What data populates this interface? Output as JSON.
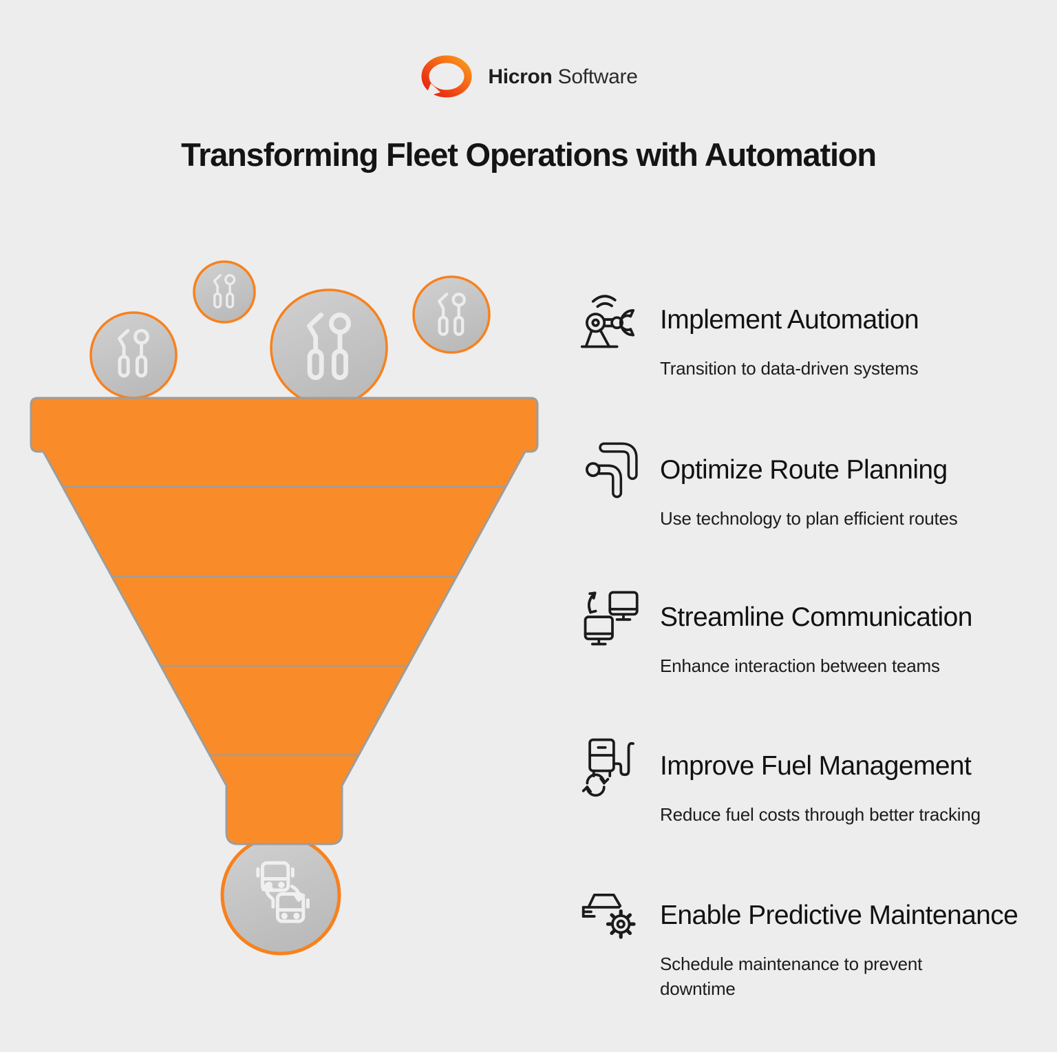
{
  "header": {
    "logo": {
      "brand_bold": "Hicron",
      "brand_regular": "Software",
      "ring_gradient": [
        "#E51E0E",
        "#F25316",
        "#F99B1C"
      ]
    }
  },
  "title": "Transforming Fleet Operations with Automation",
  "colors": {
    "background": "#EDEDEE",
    "funnel_fill": "#F98C28",
    "funnel_outline": "#9D9D9D",
    "bubble_fill": "#C9C9C9",
    "bubble_outline": "#F8811C",
    "icon_stroke_dark": "#1B1B1B",
    "icon_stroke_light": "#ECECEC",
    "text_primary": "#141414"
  },
  "funnel": {
    "divider_lines": 4,
    "top_bubbles": [
      {
        "icon": "tools-icon",
        "size": "medium"
      },
      {
        "icon": "tools-icon",
        "size": "small"
      },
      {
        "icon": "tools-icon",
        "size": "large"
      },
      {
        "icon": "tools-icon",
        "size": "medium"
      }
    ],
    "bottom_bubble": {
      "icon": "vehicle-exchange-icon"
    }
  },
  "items": [
    {
      "icon": "robot-arm-icon",
      "title": "Implement Automation",
      "subtitle": "Transition to data-driven systems"
    },
    {
      "icon": "route-icon",
      "title": "Optimize Route Planning",
      "subtitle": "Use technology to plan efficient routes"
    },
    {
      "icon": "monitors-sync-icon",
      "title": "Streamline Communication",
      "subtitle": "Enhance interaction between teams"
    },
    {
      "icon": "fuel-pump-icon",
      "title": "Improve Fuel Management",
      "subtitle": "Reduce fuel costs through better tracking"
    },
    {
      "icon": "car-gear-icon",
      "title": "Enable Predictive Maintenance",
      "subtitle": "Schedule maintenance to prevent downtime"
    }
  ]
}
